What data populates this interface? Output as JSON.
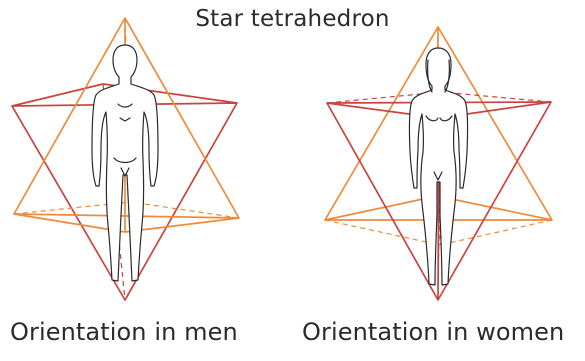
{
  "title": "Star tetrahedron",
  "figures": [
    {
      "caption": "Orientation in men",
      "body": "man"
    },
    {
      "caption": "Orientation in women",
      "body": "woman"
    }
  ],
  "colors": {
    "up_tetrahedron": "#f08a3a",
    "down_tetrahedron": "#c9443f",
    "outline": "#2a2a2a",
    "text": "#2b2b2b"
  }
}
